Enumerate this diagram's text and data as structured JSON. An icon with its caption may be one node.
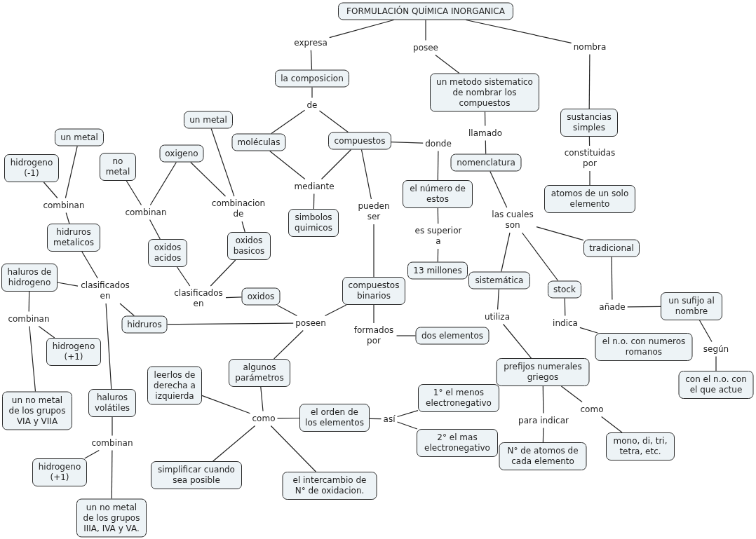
{
  "diagram": {
    "nodes": [
      {
        "text": [
          "FORMULACIÓN QUÍMICA INORGANICA"
        ]
      },
      {
        "text": [
          "expresa"
        ]
      },
      {
        "text": [
          "posee"
        ]
      },
      {
        "text": [
          "nombra"
        ]
      },
      {
        "text": [
          "la composicion"
        ]
      },
      {
        "text": [
          "un metodo sistematico de nombrar los compuestos"
        ]
      },
      {
        "text": [
          "de"
        ]
      },
      {
        "text": [
          "un metal"
        ]
      },
      {
        "text": [
          "sustancias simples"
        ]
      },
      {
        "text": [
          "un metal"
        ]
      },
      {
        "text": [
          "llamado"
        ]
      },
      {
        "text": [
          "moléculas"
        ]
      },
      {
        "text": [
          "compuestos"
        ]
      },
      {
        "text": [
          "donde"
        ]
      },
      {
        "text": [
          "oxigeno"
        ]
      },
      {
        "text": [
          "hidrogeno (-1)"
        ]
      },
      {
        "text": [
          "no metal"
        ]
      },
      {
        "text": [
          "constituidas por"
        ]
      },
      {
        "text": [
          "nomenclatura"
        ]
      },
      {
        "text": [
          "el número de estos"
        ]
      },
      {
        "text": [
          "mediante"
        ]
      },
      {
        "text": [
          "atomos de un solo elemento"
        ]
      },
      {
        "text": [
          "combinan"
        ]
      },
      {
        "text": [
          "combinan"
        ]
      },
      {
        "text": [
          "combinacion de"
        ]
      },
      {
        "text": [
          "simbolos quimicos"
        ]
      },
      {
        "text": [
          "pueden ser"
        ]
      },
      {
        "text": [
          "las cuales son"
        ]
      },
      {
        "text": [
          "hidruros metalicos"
        ]
      },
      {
        "text": [
          "oxidos basicos"
        ]
      },
      {
        "text": [
          "es superior a"
        ]
      },
      {
        "text": [
          "oxidos acidos"
        ]
      },
      {
        "text": [
          "tradicional"
        ]
      },
      {
        "text": [
          "13 millones"
        ]
      },
      {
        "text": [
          "haluros de hidrogeno"
        ]
      },
      {
        "text": [
          "sistemática"
        ]
      },
      {
        "text": [
          "compuestos binarios"
        ]
      },
      {
        "text": [
          "stock"
        ]
      },
      {
        "text": [
          "clasificados en"
        ]
      },
      {
        "text": [
          "clasificados en"
        ]
      },
      {
        "text": [
          "oxidos"
        ]
      },
      {
        "text": [
          "un sufijo al nombre"
        ]
      },
      {
        "text": [
          "añade"
        ]
      },
      {
        "text": [
          "hidruros"
        ]
      },
      {
        "text": [
          "utiliza"
        ]
      },
      {
        "text": [
          "combinan"
        ]
      },
      {
        "text": [
          "poseen"
        ]
      },
      {
        "text": [
          "indica"
        ]
      },
      {
        "text": [
          "dos elementos"
        ]
      },
      {
        "text": [
          "formados por"
        ]
      },
      {
        "text": [
          "el n.o. con numeros romanos"
        ]
      },
      {
        "text": [
          "hidrogeno (+1)"
        ]
      },
      {
        "text": [
          "según"
        ]
      },
      {
        "text": [
          "prefijos numerales griegos"
        ]
      },
      {
        "text": [
          "algunos parámetros"
        ]
      },
      {
        "text": [
          "leerlos de derecha a izquierda"
        ]
      },
      {
        "text": [
          "con el n.o. con el que actue"
        ]
      },
      {
        "text": [
          "1° el menos electronegativo"
        ]
      },
      {
        "text": [
          "haluros volátiles"
        ]
      },
      {
        "text": [
          "un no metal de los grupos VIA y VIIA"
        ]
      },
      {
        "text": [
          "el orden de los elementos"
        ]
      },
      {
        "text": [
          "como"
        ]
      },
      {
        "text": [
          "como"
        ]
      },
      {
        "text": [
          "así"
        ]
      },
      {
        "text": [
          "para indicar"
        ]
      },
      {
        "text": [
          "2° el mas electronegativo"
        ]
      },
      {
        "text": [
          "mono, di, tri, tetra, etc."
        ]
      },
      {
        "text": [
          "N° de atomos de cada elemento"
        ]
      },
      {
        "text": [
          "combinan"
        ]
      },
      {
        "text": [
          "hidrogeno (+1)"
        ]
      },
      {
        "text": [
          "simplificar cuando sea posible"
        ]
      },
      {
        "text": [
          "el intercambio de N° de oxidacion."
        ]
      },
      {
        "text": [
          "un no metal de los grupos IIIA, IVA y VA."
        ]
      }
    ],
    "edges": [
      {
        "from": 0,
        "to": 1,
        "arrow": "none"
      },
      {
        "from": 1,
        "to": 4,
        "arrow": "none"
      },
      {
        "from": 0,
        "to": 2,
        "arrow": "none"
      },
      {
        "from": 2,
        "to": 5,
        "arrow": "none"
      },
      {
        "from": 0,
        "to": 3,
        "arrow": "none"
      },
      {
        "from": 3,
        "to": 8,
        "arrow": "none"
      },
      {
        "from": 4,
        "to": 6,
        "arrow": "none"
      },
      {
        "from": 6,
        "to": 11,
        "arrow": "none"
      },
      {
        "from": 6,
        "to": 12,
        "arrow": "none"
      },
      {
        "from": 5,
        "to": 10,
        "arrow": "none"
      },
      {
        "from": 10,
        "to": 18,
        "arrow": "none"
      },
      {
        "from": 8,
        "to": 17,
        "arrow": "none"
      },
      {
        "from": 17,
        "to": 21,
        "arrow": "none"
      },
      {
        "from": 11,
        "to": 20,
        "arrow": "none"
      },
      {
        "from": 12,
        "to": 20,
        "arrow": "none"
      },
      {
        "from": 20,
        "to": 25,
        "arrow": "none"
      },
      {
        "from": 12,
        "to": 13,
        "arrow": "none"
      },
      {
        "from": 13,
        "to": 19,
        "arrow": "none"
      },
      {
        "from": 19,
        "to": 30,
        "arrow": "none"
      },
      {
        "from": 30,
        "to": 33,
        "arrow": "none"
      },
      {
        "from": 12,
        "to": 26,
        "arrow": "none"
      },
      {
        "from": 26,
        "to": 36,
        "arrow": "none"
      },
      {
        "from": 18,
        "to": 27,
        "arrow": "none"
      },
      {
        "from": 27,
        "to": 35,
        "arrow": "none"
      },
      {
        "from": 27,
        "to": 37,
        "arrow": "none"
      },
      {
        "from": 27,
        "to": 32,
        "arrow": "none"
      },
      {
        "from": 32,
        "to": 42,
        "arrow": "none"
      },
      {
        "from": 42,
        "to": 41,
        "arrow": "none"
      },
      {
        "from": 41,
        "to": 52,
        "arrow": "none"
      },
      {
        "from": 52,
        "to": 56,
        "arrow": "none"
      },
      {
        "from": 37,
        "to": 47,
        "arrow": "none"
      },
      {
        "from": 47,
        "to": 50,
        "arrow": "none"
      },
      {
        "from": 35,
        "to": 44,
        "arrow": "none"
      },
      {
        "from": 44,
        "to": 53,
        "arrow": "none"
      },
      {
        "from": 53,
        "to": 64,
        "arrow": "none"
      },
      {
        "from": 64,
        "to": 67,
        "arrow": "none"
      },
      {
        "from": 53,
        "to": 61,
        "arrow": "none"
      },
      {
        "from": 61,
        "to": 66,
        "arrow": "none"
      },
      {
        "from": 36,
        "to": 49,
        "arrow": "none"
      },
      {
        "from": 49,
        "to": 48,
        "arrow": "none"
      },
      {
        "from": 36,
        "to": 46,
        "arrow": "none"
      },
      {
        "from": 40,
        "to": 46,
        "arrow": "none"
      },
      {
        "from": 43,
        "to": 46,
        "arrow": "none"
      },
      {
        "from": 46,
        "to": 54,
        "arrow": "none"
      },
      {
        "from": 54,
        "to": 62,
        "arrow": "none"
      },
      {
        "from": 62,
        "to": 55,
        "arrow": "none"
      },
      {
        "from": 62,
        "to": 60,
        "arrow": "none"
      },
      {
        "from": 62,
        "to": 70,
        "arrow": "none"
      },
      {
        "from": 62,
        "to": 71,
        "arrow": "none"
      },
      {
        "from": 60,
        "to": 63,
        "arrow": "none"
      },
      {
        "from": 63,
        "to": 57,
        "arrow": "none"
      },
      {
        "from": 63,
        "to": 65,
        "arrow": "none"
      },
      {
        "from": 15,
        "to": 22,
        "arrow": "none"
      },
      {
        "from": 9,
        "to": 22,
        "arrow": "none"
      },
      {
        "from": 22,
        "to": 28,
        "arrow": "none"
      },
      {
        "from": 16,
        "to": 23,
        "arrow": "none"
      },
      {
        "from": 14,
        "to": 23,
        "arrow": "none"
      },
      {
        "from": 23,
        "to": 31,
        "arrow": "none"
      },
      {
        "from": 7,
        "to": 24,
        "arrow": "none"
      },
      {
        "from": 14,
        "to": 24,
        "arrow": "none"
      },
      {
        "from": 24,
        "to": 29,
        "arrow": "none"
      },
      {
        "from": 31,
        "to": 39,
        "arrow": "none"
      },
      {
        "from": 29,
        "to": 39,
        "arrow": "none"
      },
      {
        "from": 39,
        "to": 40,
        "arrow": "none"
      },
      {
        "from": 28,
        "to": 38,
        "arrow": "none"
      },
      {
        "from": 34,
        "to": 38,
        "arrow": "none"
      },
      {
        "from": 58,
        "to": 38,
        "arrow": "none"
      },
      {
        "from": 38,
        "to": 43,
        "arrow": "none"
      },
      {
        "from": 34,
        "to": 45,
        "arrow": "none"
      },
      {
        "from": 45,
        "to": 51,
        "arrow": "none"
      },
      {
        "from": 45,
        "to": 59,
        "arrow": "none"
      },
      {
        "from": 58,
        "to": 68,
        "arrow": "none"
      },
      {
        "from": 68,
        "to": 69,
        "arrow": "none"
      },
      {
        "from": 68,
        "to": 72,
        "arrow": "none"
      }
    ]
  }
}
